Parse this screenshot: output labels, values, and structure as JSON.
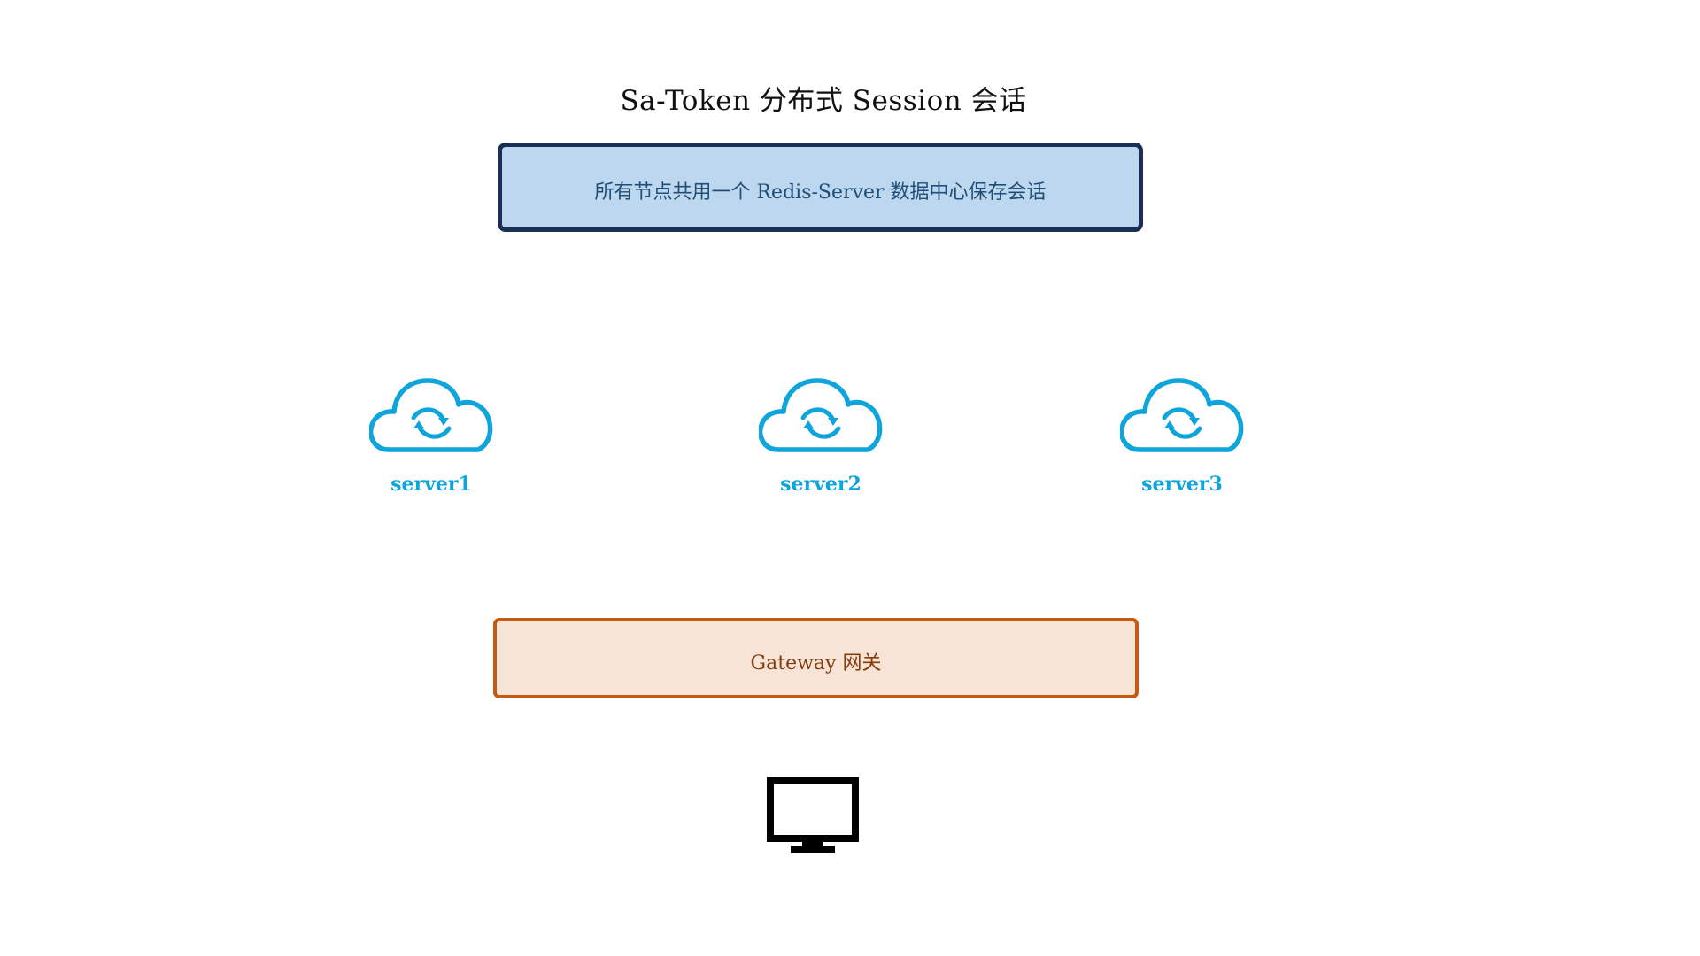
{
  "diagram": {
    "title": "Sa-Token 分布式 Session 会话",
    "redis_box": {
      "label": "所有节点共用一个 Redis-Server 数据中心保存会话",
      "fill": "#bdd7ee",
      "border": "#1b2f54"
    },
    "servers": [
      {
        "label": "server1",
        "icon": "cloud-sync-icon"
      },
      {
        "label": "server2",
        "icon": "cloud-sync-icon"
      },
      {
        "label": "server3",
        "icon": "cloud-sync-icon"
      }
    ],
    "gateway_box": {
      "label": "Gateway 网关",
      "fill": "#f8e4d7",
      "border": "#c55a11"
    },
    "client": {
      "icon": "monitor-icon"
    },
    "colors": {
      "server_accent": "#0ea5dc",
      "monitor": "#000000"
    }
  }
}
